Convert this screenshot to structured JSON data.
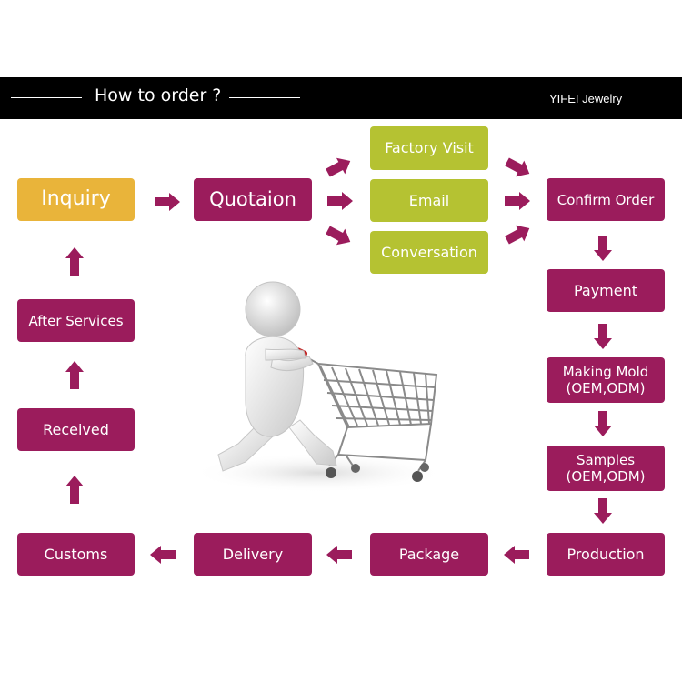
{
  "header": {
    "title": "How to order ?",
    "brand": "YIFEI Jewelry"
  },
  "colors": {
    "primary": "#9b1c5c",
    "inquiry": "#e9b43a",
    "option": "#b5c232",
    "banner": "#000000",
    "arrow": "#9b1c5c"
  },
  "steps": {
    "inquiry": "Inquiry",
    "quotation": "Quotaion",
    "factory_visit": "Factory Visit",
    "email": "Email",
    "conversation": "Conversation",
    "confirm_order": "Confirm Order",
    "payment": "Payment",
    "making_mold_1": "Making Mold",
    "making_mold_2": "(OEM,ODM)",
    "samples_1": "Samples",
    "samples_2": "(OEM,ODM)",
    "production": "Production",
    "package": "Package",
    "delivery": "Delivery",
    "customs": "Customs",
    "received": "Received",
    "after_services": "After Services"
  }
}
